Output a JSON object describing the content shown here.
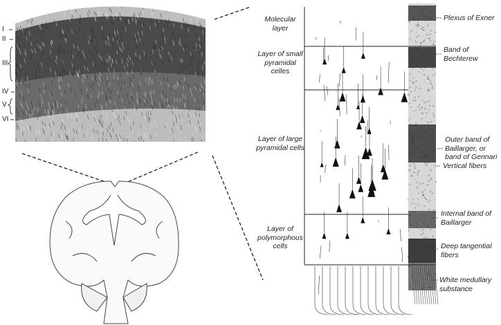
{
  "roman_layers": [
    "I",
    "II",
    "III",
    "IV",
    "V",
    "VI"
  ],
  "left_labels": [
    {
      "text": "Molecular layer"
    },
    {
      "text": "Layer of small pyramidal celles"
    },
    {
      "text": "Layer of large pyramidal cells"
    },
    {
      "text": "Layer of polymorphous cells"
    }
  ],
  "right_labels": [
    {
      "text": "Plexus of Exner"
    },
    {
      "text": "Band of Bechterew"
    },
    {
      "text": "Outer band of Baillarger, or band of Gennari"
    },
    {
      "text": "Vertical fibers"
    },
    {
      "text": "Internal band of Baillarger"
    },
    {
      "text": "Deep tangential fibers"
    },
    {
      "text": "White medullary substance"
    }
  ]
}
